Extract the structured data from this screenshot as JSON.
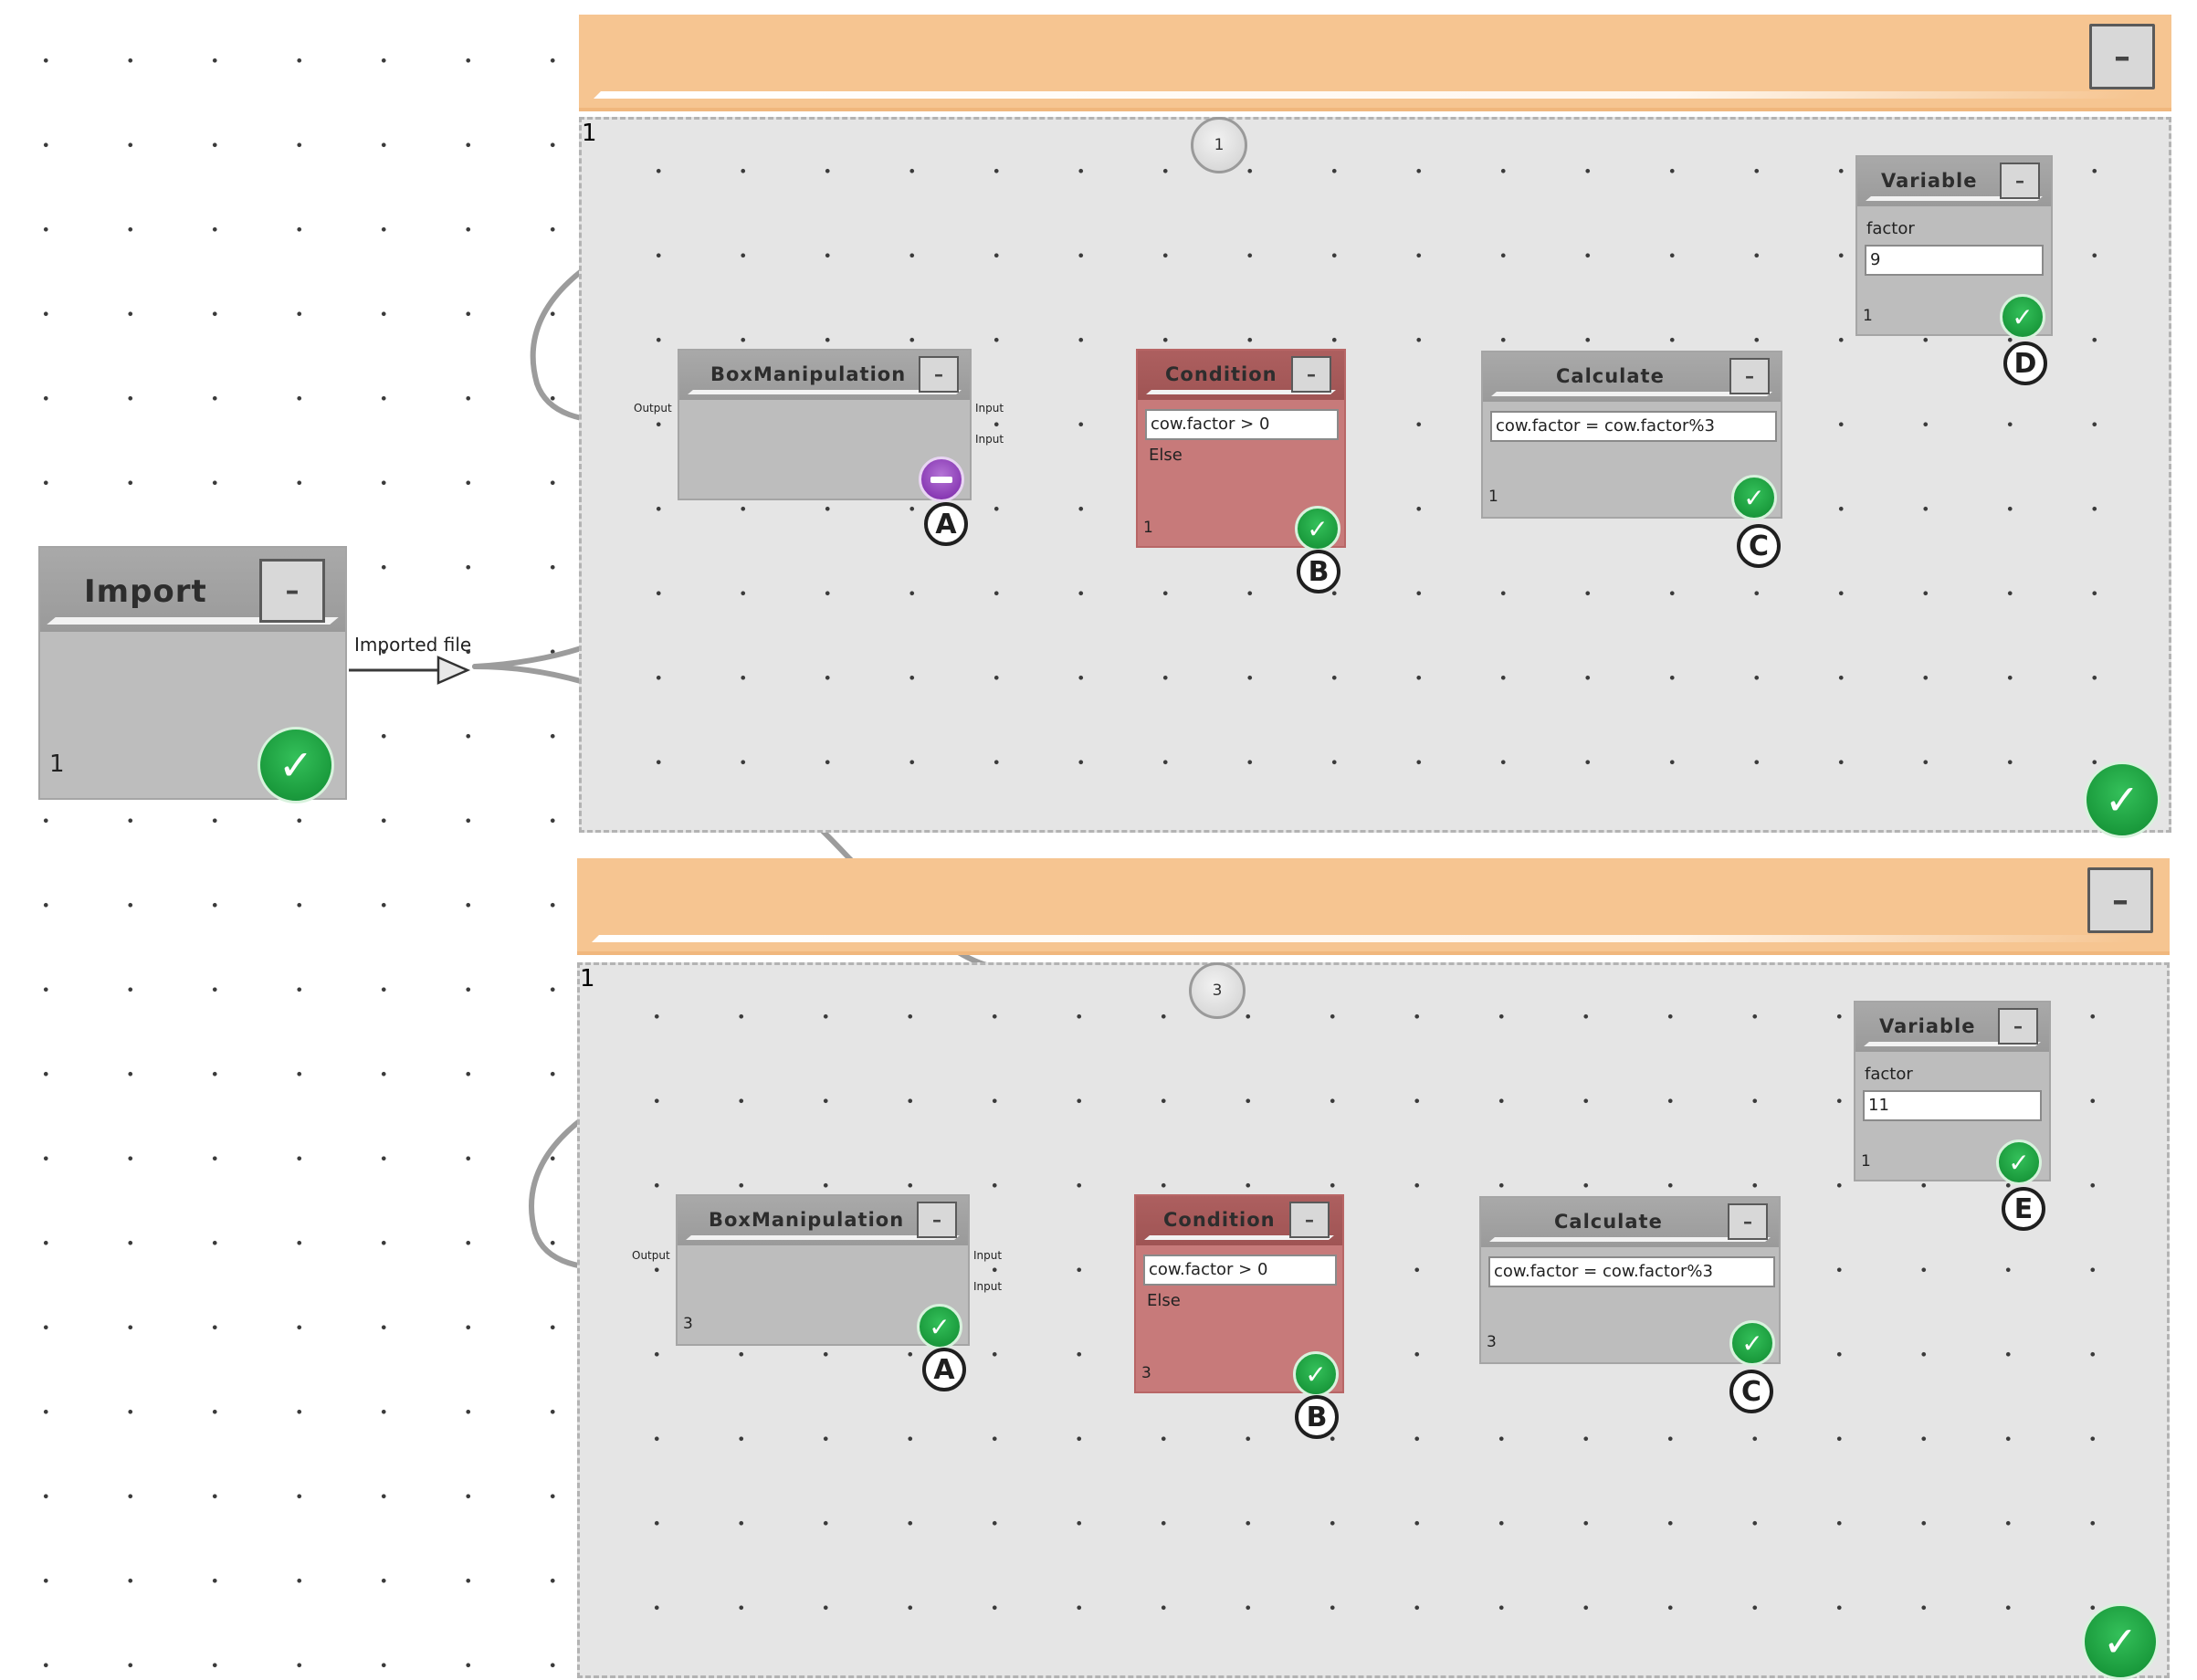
{
  "import_node": {
    "title": "Import",
    "minimize_label": "–",
    "output_label": "Imported file",
    "count": "1"
  },
  "groups": [
    {
      "minimize_label": "–",
      "count": "1",
      "loop_counter": "1",
      "box_manipulation": {
        "title": "BoxManipulation",
        "minimize_label": "–",
        "output_label": "Output",
        "input_label_1": "Input",
        "input_label_2": "Input",
        "count": "",
        "badge": "A"
      },
      "condition": {
        "title": "Condition",
        "minimize_label": "–",
        "expression": "cow.factor > 0",
        "else_label": "Else",
        "count": "1",
        "badge": "B"
      },
      "calculate": {
        "title": "Calculate",
        "minimize_label": "–",
        "expression": "cow.factor = cow.factor%3",
        "count": "1",
        "badge": "C"
      },
      "variable": {
        "title": "Variable",
        "minimize_label": "–",
        "field_label": "factor",
        "value": "9",
        "count": "1",
        "badge": "D"
      }
    },
    {
      "minimize_label": "–",
      "count": "1",
      "loop_counter": "3",
      "box_manipulation": {
        "title": "BoxManipulation",
        "minimize_label": "–",
        "output_label": "Output",
        "input_label_1": "Input",
        "input_label_2": "Input",
        "count": "3",
        "badge": "A"
      },
      "condition": {
        "title": "Condition",
        "minimize_label": "–",
        "expression": "cow.factor > 0",
        "else_label": "Else",
        "count": "3",
        "badge": "B"
      },
      "calculate": {
        "title": "Calculate",
        "minimize_label": "–",
        "expression": "cow.factor = cow.factor%3",
        "count": "3",
        "badge": "C"
      },
      "variable": {
        "title": "Variable",
        "minimize_label": "–",
        "field_label": "factor",
        "value": "11",
        "count": "1",
        "badge": "E"
      }
    }
  ],
  "colors": {
    "group_header": "#f6c591",
    "group_body": "#e5e5e5",
    "node_body": "#bdbdbd",
    "condition_body": "#c77a7a",
    "status_ok": "#1a9a3c",
    "status_minus": "#8a3bb5",
    "wire": "#9c9c9c"
  },
  "icons": {
    "status_ok": "check-icon",
    "status_skipped": "minus-circle-icon",
    "minimize": "minimize-icon",
    "port": "triangle-port-icon"
  }
}
